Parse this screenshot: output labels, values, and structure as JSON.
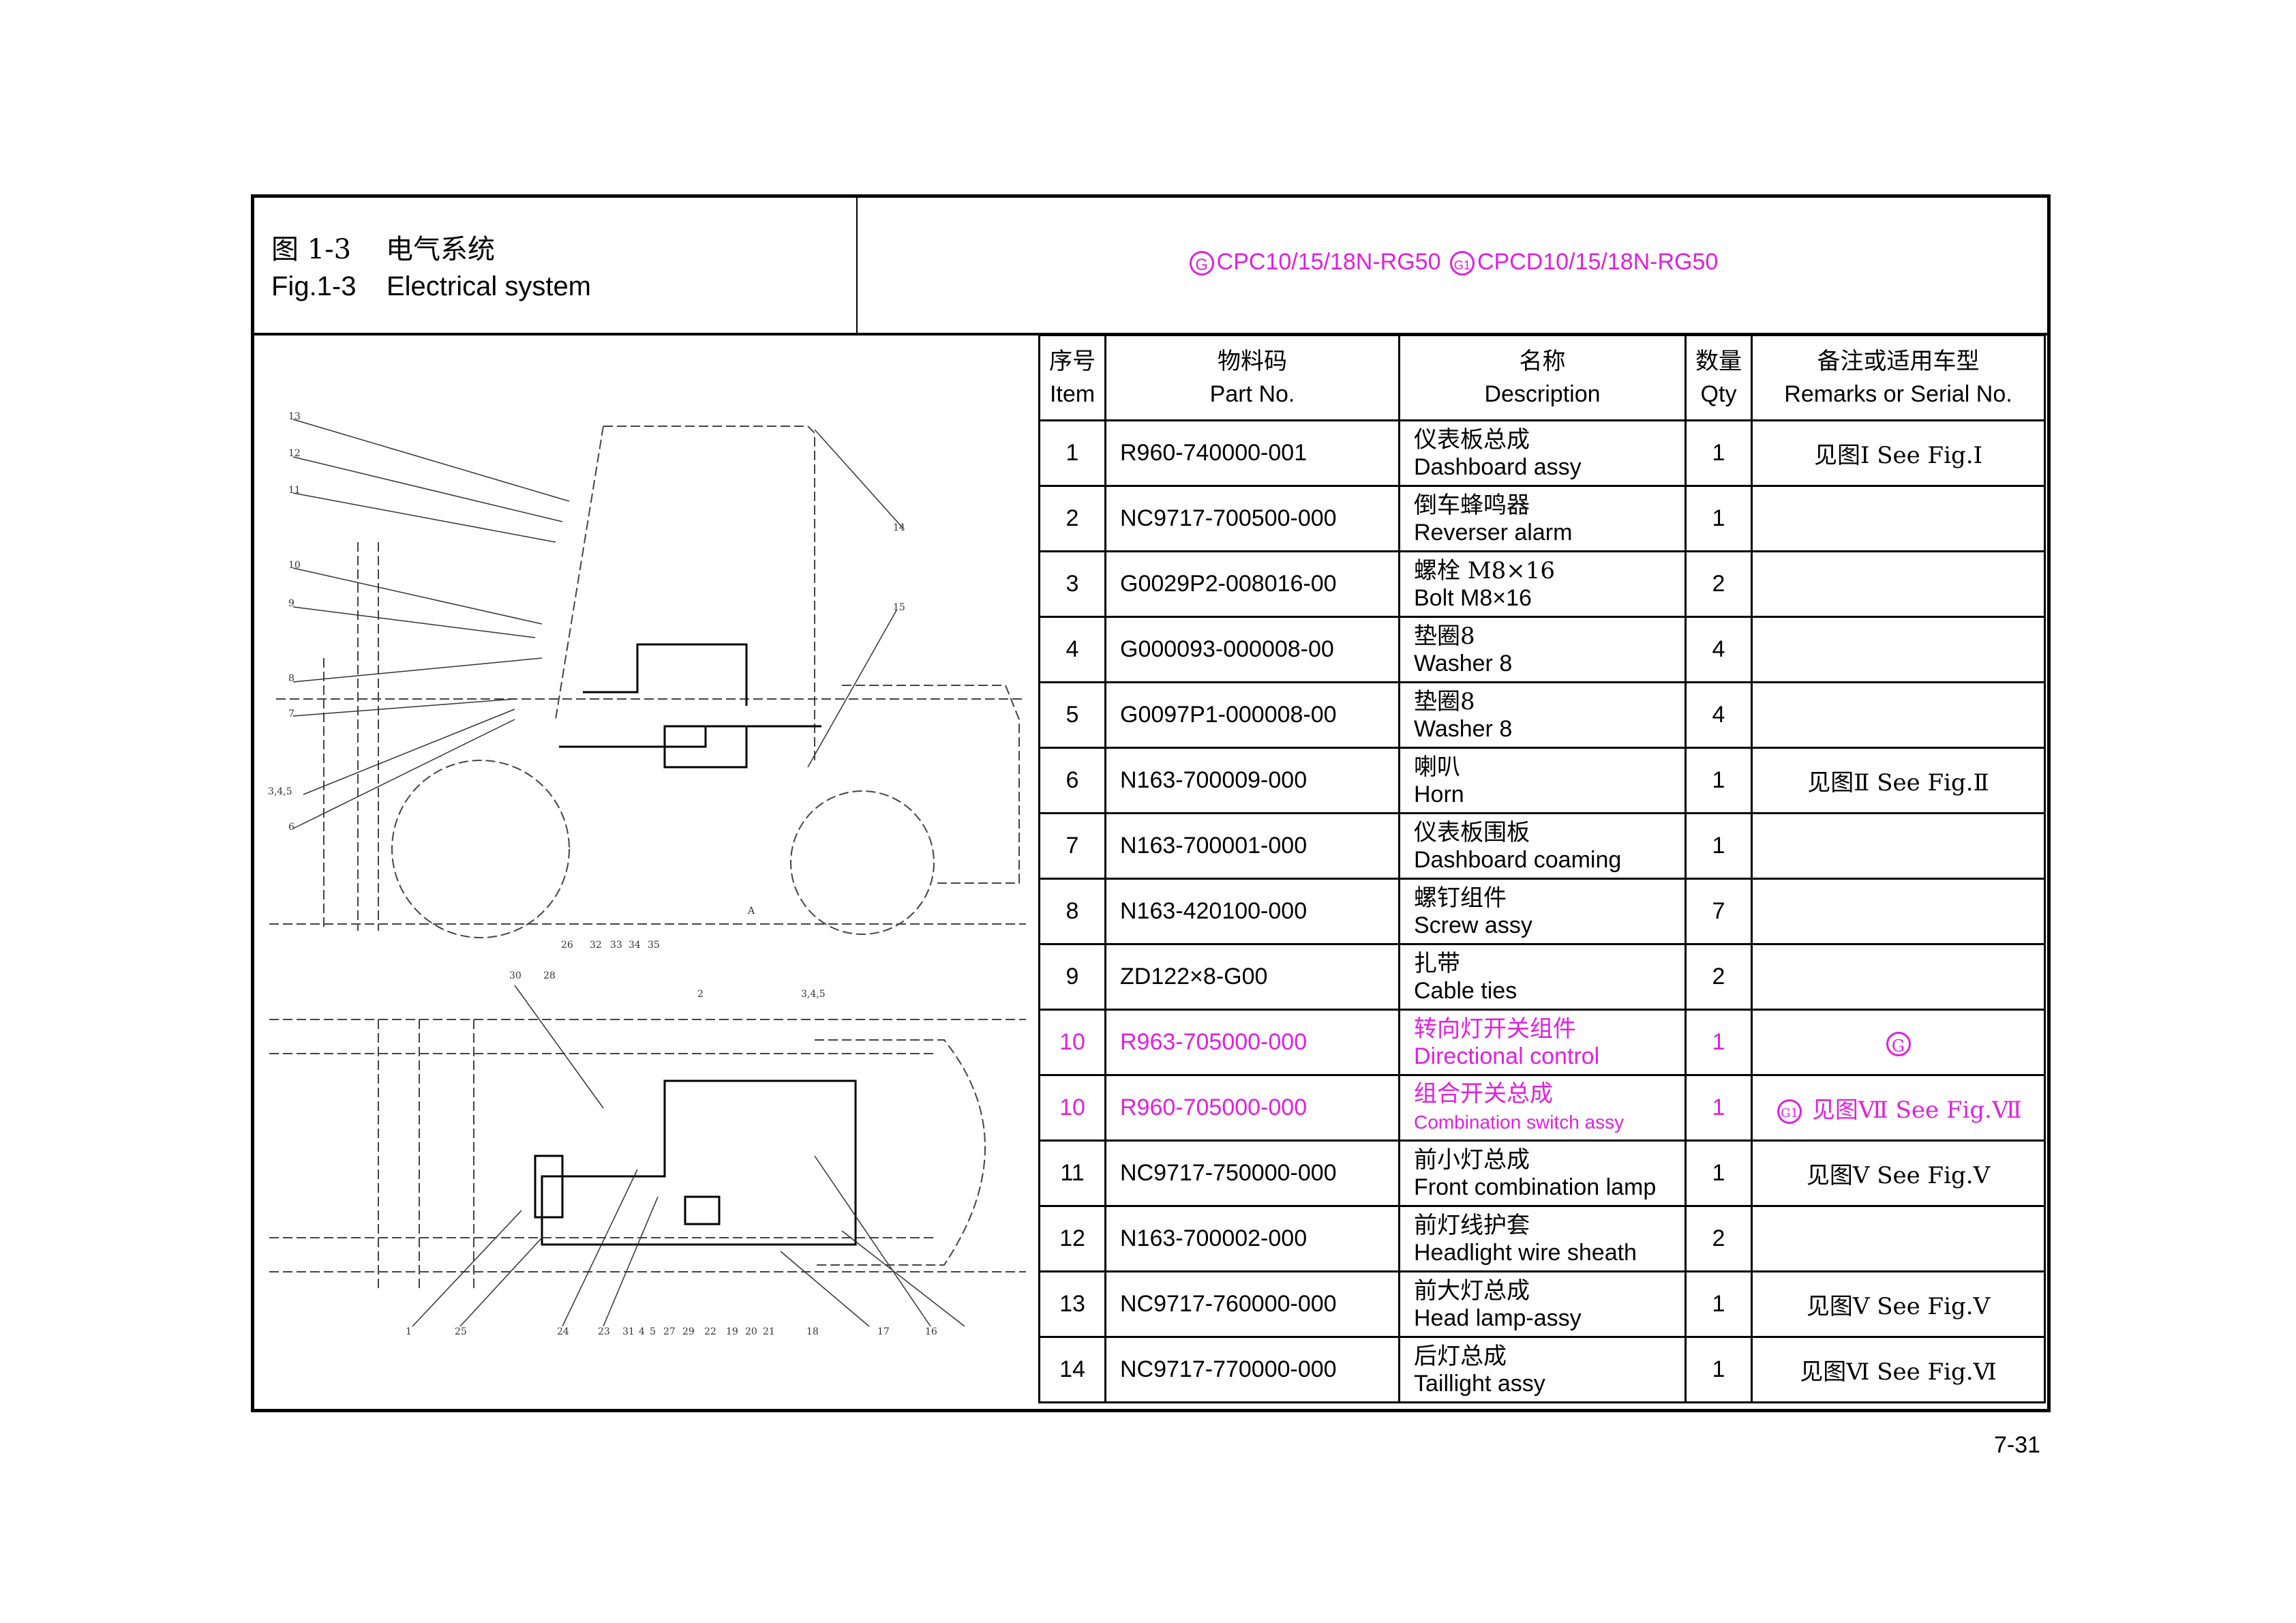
{
  "title": {
    "cn": "图 1-3    电气系统",
    "en": "Fig.1-3    Electrical system"
  },
  "models": [
    {
      "mark": "G",
      "name": "CPC10/15/18N-RG50"
    },
    {
      "mark": "G1",
      "name": "CPCD10/15/18N-RG50"
    }
  ],
  "highlight_color": "#e020e0",
  "table": {
    "headers": [
      {
        "cn": "序号",
        "en": "Item"
      },
      {
        "cn": "物料码",
        "en": "Part No."
      },
      {
        "cn": "名称",
        "en": "Description"
      },
      {
        "cn": "数量",
        "en": "Qty"
      },
      {
        "cn": "备注或适用车型",
        "en": "Remarks or Serial No."
      }
    ],
    "rows": [
      {
        "item": "1",
        "part": "R960-740000-001",
        "cn": "仪表板总成",
        "en": "Dashboard assy",
        "qty": "1",
        "mark": "",
        "remark": "见图Ⅰ  See Fig.Ⅰ"
      },
      {
        "item": "2",
        "part": "NC9717-700500-000",
        "cn": "倒车蜂鸣器",
        "en": "Reverser alarm",
        "qty": "1",
        "mark": "",
        "remark": ""
      },
      {
        "item": "3",
        "part": "G0029P2-008016-00",
        "cn": "螺栓 M8×16",
        "en": "Bolt M8×16",
        "qty": "2",
        "mark": "",
        "remark": ""
      },
      {
        "item": "4",
        "part": "G000093-000008-00",
        "cn": "垫圈8",
        "en": "Washer 8",
        "qty": "4",
        "mark": "",
        "remark": ""
      },
      {
        "item": "5",
        "part": "G0097P1-000008-00",
        "cn": "垫圈8",
        "en": "Washer 8",
        "qty": "4",
        "mark": "",
        "remark": ""
      },
      {
        "item": "6",
        "part": "N163-700009-000",
        "cn": "喇叭",
        "en": "Horn",
        "qty": "1",
        "mark": "",
        "remark": "见图Ⅱ  See Fig.Ⅱ"
      },
      {
        "item": "7",
        "part": "N163-700001-000",
        "cn": "仪表板围板",
        "en": "Dashboard coaming",
        "qty": "1",
        "mark": "",
        "remark": ""
      },
      {
        "item": "8",
        "part": "N163-420100-000",
        "cn": "螺钉组件",
        "en": "Screw assy",
        "qty": "7",
        "mark": "",
        "remark": ""
      },
      {
        "item": "9",
        "part": "ZD122×8-G00",
        "cn": "扎带",
        "en": "Cable ties",
        "qty": "2",
        "mark": "",
        "remark": ""
      },
      {
        "item": "10",
        "part": "R963-705000-000",
        "cn": "转向灯开关组件",
        "en": "Directional control",
        "qty": "1",
        "mark": "G",
        "remark": "",
        "highlight": true
      },
      {
        "item": "10",
        "part": "R960-705000-000",
        "cn": "组合开关总成",
        "en": "Combination switch assy",
        "qty": "1",
        "mark": "G1",
        "remark": "见图Ⅶ  See  Fig.Ⅶ",
        "highlight": true
      },
      {
        "item": "11",
        "part": "NC9717-750000-000",
        "cn": "前小灯总成",
        "en": "Front combination lamp",
        "qty": "1",
        "mark": "",
        "remark": "见图Ⅴ  See Fig.Ⅴ"
      },
      {
        "item": "12",
        "part": "N163-700002-000",
        "cn": "前灯线护套",
        "en": "Headlight wire sheath",
        "qty": "2",
        "mark": "",
        "remark": ""
      },
      {
        "item": "13",
        "part": "NC9717-760000-000",
        "cn": "前大灯总成",
        "en": "Head lamp-assy",
        "qty": "1",
        "mark": "",
        "remark": "见图Ⅴ  See Fig.Ⅴ"
      },
      {
        "item": "14",
        "part": "NC9717-770000-000",
        "cn": "后灯总成",
        "en": "Taillight assy",
        "qty": "1",
        "mark": "",
        "remark": "见图Ⅵ  See Fig.Ⅵ"
      }
    ]
  },
  "drawing_callouts": {
    "side_view": [
      "13",
      "12",
      "11",
      "10",
      "9",
      "8",
      "7",
      "3,4,5",
      "6",
      "14",
      "15",
      "26",
      "32",
      "33",
      "34",
      "35",
      "2",
      "3,4,5",
      "A"
    ],
    "top_view": [
      "30",
      "28",
      "1",
      "25",
      "24",
      "23",
      "31",
      "4",
      "5",
      "27",
      "29",
      "22",
      "19",
      "20",
      "21",
      "18",
      "17",
      "16"
    ]
  },
  "page_number": "7-31"
}
